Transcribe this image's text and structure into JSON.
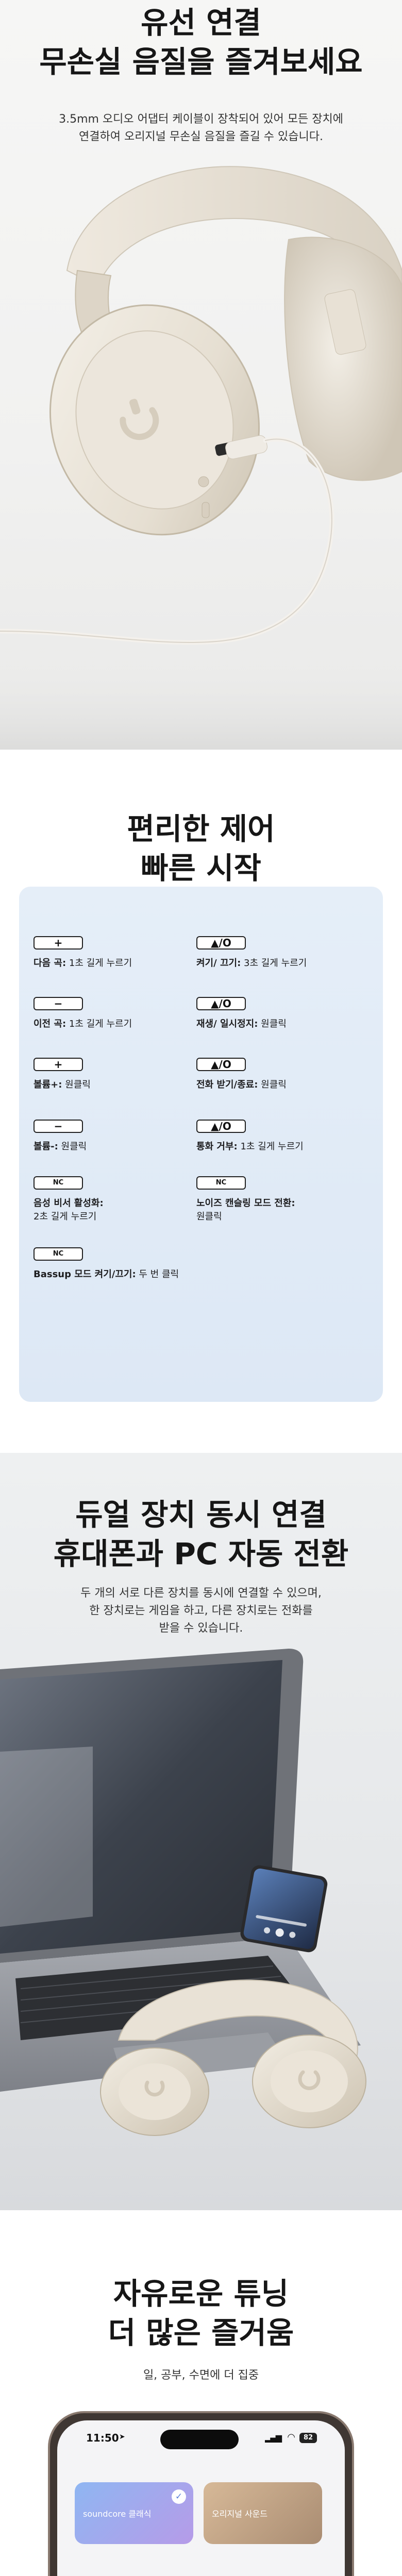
{
  "wired": {
    "title_line1": "유선 연결",
    "title_line2": "무손실 음질을 즐겨보세요",
    "desc_line1": "3.5mm 오디오 어댑터 케이블이 장착되어 있어 모든 장치에",
    "desc_line2": "연결하여 오리지널 무손실 음질을 즐길 수 있습니다."
  },
  "controls": {
    "title_line1": "편리한 제어",
    "title_line2": "빠른 시작",
    "items": [
      {
        "icon": "+",
        "label_bold": "다음 곡:",
        "label": " 1초 길게 누르기"
      },
      {
        "icon": "▲/O",
        "label_bold": "켜기/ 끄기:",
        "label": " 3초 길게 누르기"
      },
      {
        "icon": "−",
        "label_bold": "이전 곡:",
        "label": " 1초 길게 누르기"
      },
      {
        "icon": "▲/O",
        "label_bold": "재생/ 일시정지:",
        "label": " 원클릭"
      },
      {
        "icon": "+",
        "label_bold": "볼륨+:",
        "label": " 원클릭"
      },
      {
        "icon": "▲/O",
        "label_bold": "전화 받기/종료:",
        "label": "  원클릭"
      },
      {
        "icon": "−",
        "label_bold": "볼륨-:",
        "label": "  원클릭"
      },
      {
        "icon": "▲/O",
        "label_bold": "통화 거부:",
        "label": " 1초 길게 누르기"
      },
      {
        "icon": "NC",
        "label_bold": "음성 비서 활성화:",
        "label2": "2초 길게 누르기"
      },
      {
        "icon": "NC",
        "label_bold": "노이즈 캔슬링 모드 전환:",
        "label2": "원클릭"
      },
      {
        "icon": "NC",
        "label_bold": "Bassup 모드 켜기/끄기:",
        "label": " 두 번 클릭"
      }
    ]
  },
  "dual": {
    "title_line1": "듀얼 장치 동시 연결",
    "title_line2": "휴대폰과 PC 자동 전환",
    "desc_line1": "두 개의 서로 다른 장치를 동시에 연결할 수 있으며,",
    "desc_line2": "한 장치로는 게임을 하고, 다른 장치로는 전화를",
    "desc_line3": "받을 수 있습니다."
  },
  "tuning": {
    "title_line1": "자유로운 튜닝",
    "title_line2": "더 많은 즐거움",
    "subtitle": "일, 공부, 수면에 더 집중",
    "phone_time": "11:50",
    "battery": "82",
    "card1": "soundcore 클래식",
    "card2": "오리지널 사운드"
  },
  "colors": {
    "panel": "#e2ecf7",
    "headphone": "#ece6da",
    "laptop": "#8c8f95",
    "phone_frame": "#4a3f3a"
  }
}
